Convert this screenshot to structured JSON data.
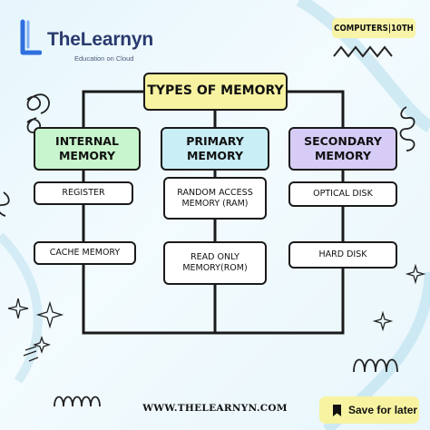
{
  "brand": {
    "name": "TheLearnyn",
    "tagline": "Education on Cloud"
  },
  "subject_tag": "COMPUTERS|10TH",
  "diagram": {
    "title": "TYPES OF MEMORY",
    "categories": [
      {
        "label": "INTERNAL\nMEMORY",
        "items": [
          "REGISTER",
          "CACHE MEMORY"
        ]
      },
      {
        "label": "PRIMARY\nMEMORY",
        "items": [
          "RANDOM ACCESS\nMEMORY (RAM)",
          "READ ONLY\nMEMORY(ROM)"
        ]
      },
      {
        "label": "SECONDARY\nMEMORY",
        "items": [
          "OPTICAL DISK",
          "HARD DISK"
        ]
      }
    ]
  },
  "footer": {
    "website": "WWW.THELEARNYN.COM",
    "save_label": "Save for later"
  },
  "colors": {
    "title": "#f7f3a1",
    "internal": "#c8f5cd",
    "primary": "#c9eef6",
    "secondary": "#d6ccf6",
    "brand_blue": "#2f6fe0"
  },
  "icons": {
    "logo": "L-logo-icon",
    "save": "bookmark-icon"
  }
}
